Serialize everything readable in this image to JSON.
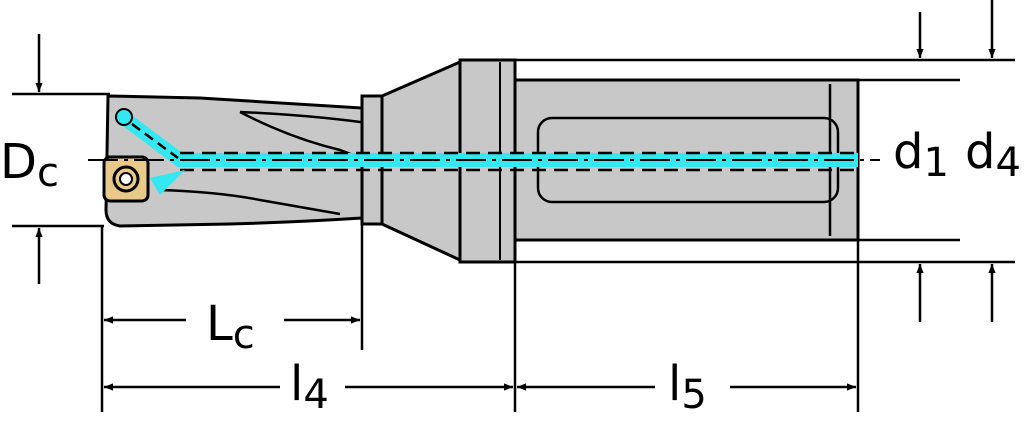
{
  "title": "Drill with indexable insert and cylindrical shank – dimension drawing",
  "labels": {
    "Dc": {
      "main": "D",
      "sub": "c"
    },
    "Lc": {
      "main": "L",
      "sub": "c"
    },
    "l4": {
      "main": "l",
      "sub": "4"
    },
    "l5": {
      "main": "l",
      "sub": "5"
    },
    "d1": {
      "main": "d",
      "sub": "1"
    },
    "d4": {
      "main": "d",
      "sub": "4"
    }
  },
  "colors": {
    "body": "#c8c8c8",
    "coolant": "#33e8f0",
    "insert": "#e8c98a",
    "line": "#000000"
  }
}
